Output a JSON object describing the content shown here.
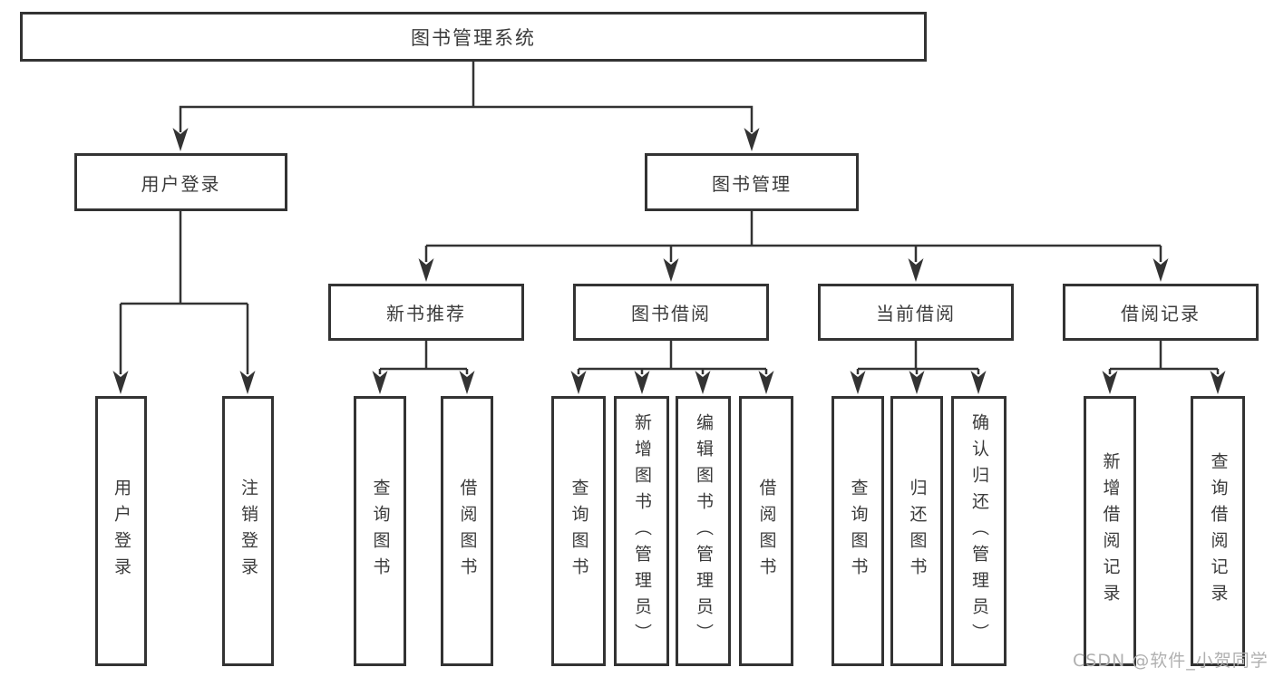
{
  "diagram": {
    "title": "图书管理系统",
    "watermark": "CSDN @软件_小贺同学",
    "colors": {
      "line": "#333333",
      "box_border": "#333333",
      "text": "#3b3b3b",
      "watermark_text": "#b0b0b0",
      "background": "#ffffff"
    },
    "nodes": {
      "root": "图书管理系统",
      "userLogin": "用户登录",
      "bookManagement": "图书管理",
      "newBookRecommend": "新书推荐",
      "bookBorrowing": "图书借阅",
      "currentBorrowing": "当前借阅",
      "borrowingRecords": "借阅记录",
      "leafUserLogin": "用户登录",
      "leafLogout": "注销登录",
      "leafQueryBooksRec": "查询图书",
      "leafBorrowBooksRec": "借阅图书",
      "leafQueryBooksBorrow": "查询图书",
      "leafAddBooksAdmin": "新增图书（管理员）",
      "leafEditBooksAdmin": "编辑图书（管理员）",
      "leafBorrowBooks": "借阅图书",
      "leafQueryBooksCurrent": "查询图书",
      "leafReturnBooks": "归还图书",
      "leafConfirmReturnAdmin": "确认归还（管理员）",
      "leafAddBorrowRecord": "新增借阅记录",
      "leafQueryBorrowRecord": "查询借阅记录"
    }
  }
}
